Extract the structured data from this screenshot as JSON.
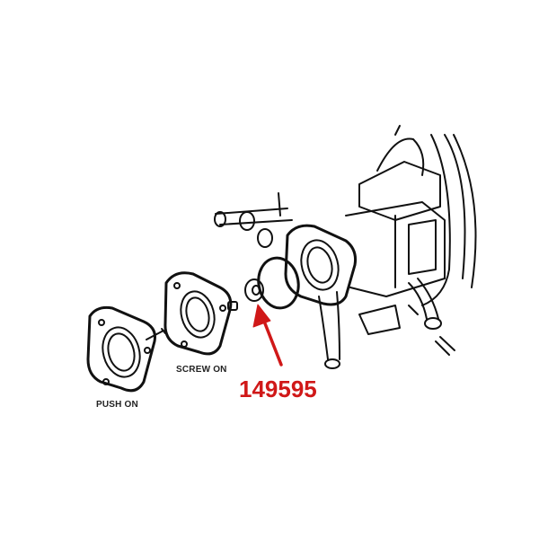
{
  "labels": {
    "push_on": "PUSH ON",
    "screw_on": "SCREW ON"
  },
  "part_number": "149595",
  "colors": {
    "accent": "#d01818",
    "line": "#111111"
  }
}
